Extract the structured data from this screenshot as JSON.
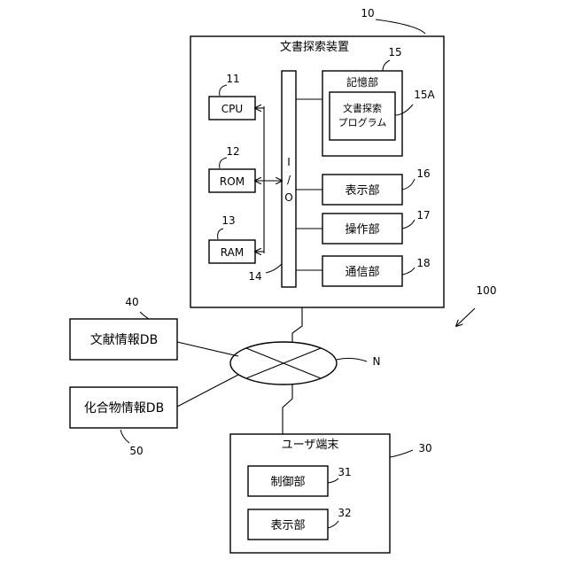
{
  "device": {
    "ref": "10",
    "title": "文書探索装置",
    "cpu": {
      "ref": "11",
      "label": "CPU"
    },
    "rom": {
      "ref": "12",
      "label": "ROM"
    },
    "ram": {
      "ref": "13",
      "label": "RAM"
    },
    "bus": {
      "ref": "14",
      "label_i": "I",
      "label_slash": "/",
      "label_o": "O"
    },
    "storage": {
      "ref": "15",
      "label": "記憶部"
    },
    "program": {
      "ref": "15A",
      "line1": "文書探索",
      "line2": "プログラム"
    },
    "display": {
      "ref": "16",
      "label": "表示部"
    },
    "operation": {
      "ref": "17",
      "label": "操作部"
    },
    "communication": {
      "ref": "18",
      "label": "通信部"
    }
  },
  "system_ref": "100",
  "network": {
    "ref": "N"
  },
  "literature_db": {
    "ref": "40",
    "label": "文献情報DB"
  },
  "compound_db": {
    "ref": "50",
    "label": "化合物情報DB"
  },
  "user_terminal": {
    "ref": "30",
    "title": "ユーザ端末",
    "control": {
      "ref": "31",
      "label": "制御部"
    },
    "display": {
      "ref": "32",
      "label": "表示部"
    }
  }
}
